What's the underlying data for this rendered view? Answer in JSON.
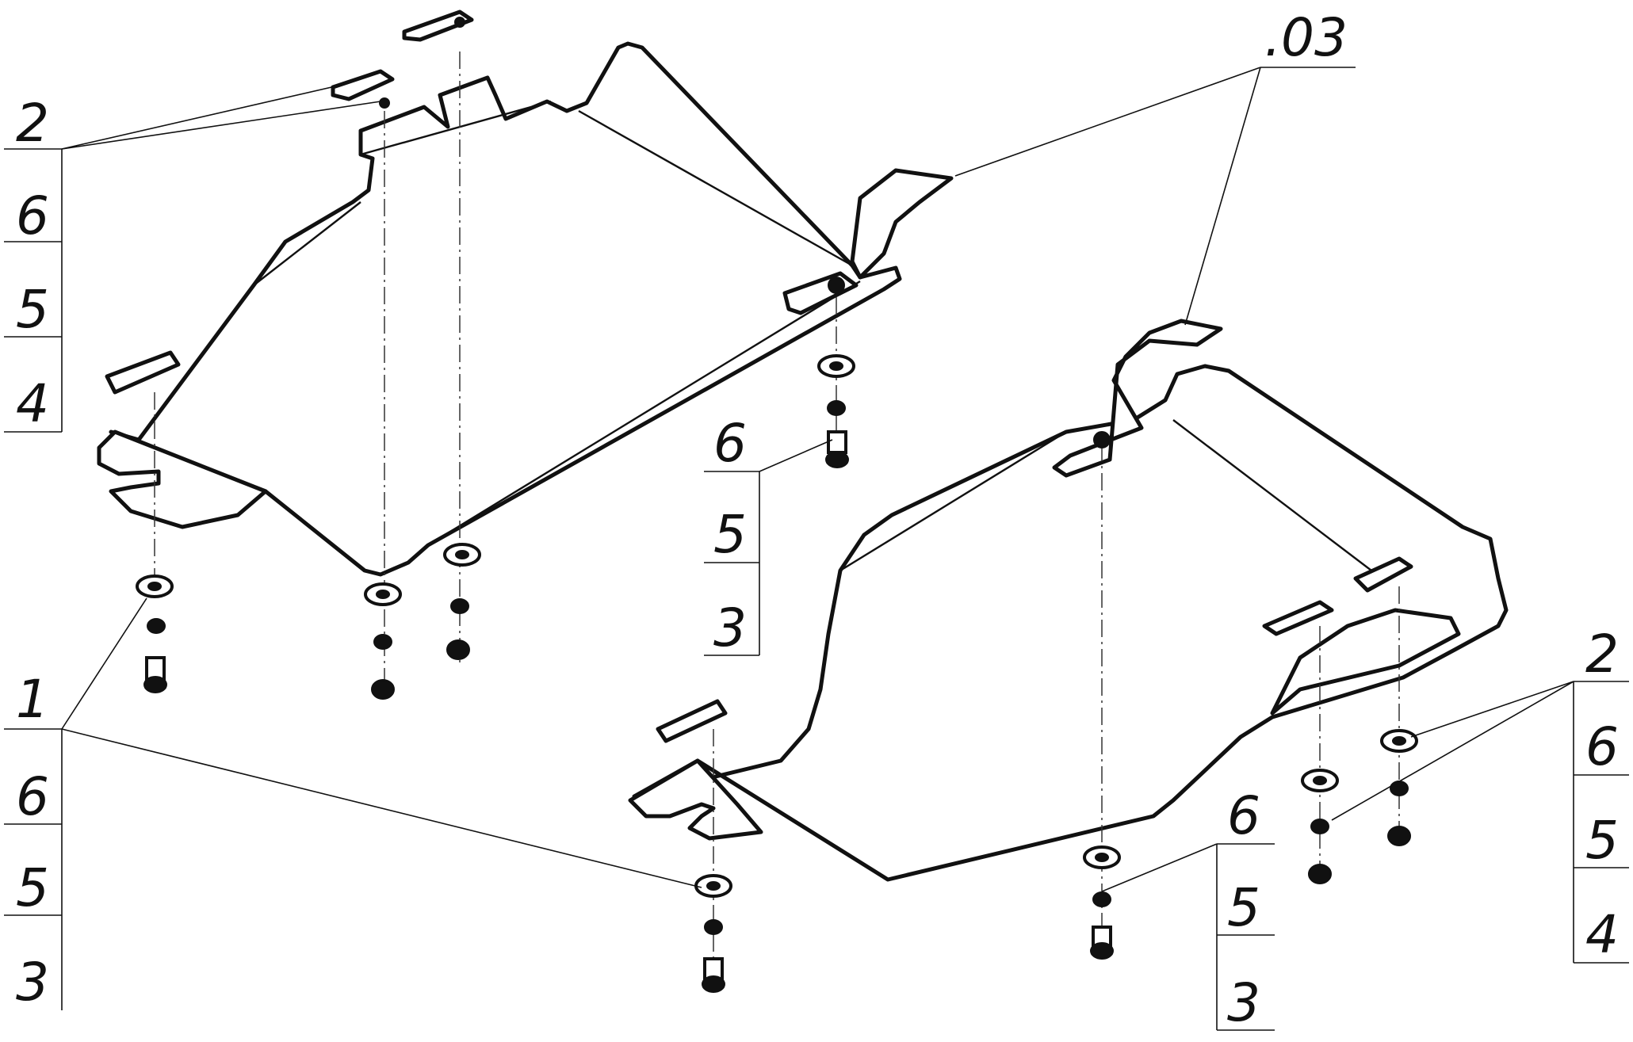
{
  "callouts": {
    "top_left": [
      "2",
      "6",
      "5",
      "4"
    ],
    "top_right_ref": ".03",
    "middle": [
      "6",
      "5",
      "3"
    ],
    "bottom_left": [
      "1",
      "6",
      "5",
      "3"
    ],
    "bottom_mid": [
      "6",
      "5",
      "3"
    ],
    "right": [
      "2",
      "6",
      "5",
      "4"
    ]
  }
}
